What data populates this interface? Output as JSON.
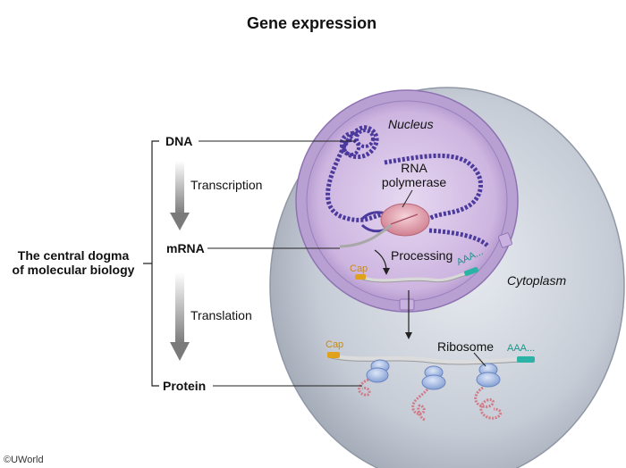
{
  "title": "Gene expression",
  "central_dogma": {
    "line1": "The central dogma",
    "line2": "of molecular biology"
  },
  "stages": {
    "dna": "DNA",
    "mrna": "mRNA",
    "protein": "Protein"
  },
  "processes": {
    "transcription": "Transcription",
    "translation": "Translation",
    "processing": "Processing"
  },
  "compartments": {
    "nucleus": "Nucleus",
    "cytoplasm": "Cytoplasm"
  },
  "enzyme": {
    "line1": "RNA",
    "line2": "polymerase"
  },
  "mrna_labels": {
    "cap": "Cap",
    "poly_a": "AAA..."
  },
  "ribosome": "Ribosome",
  "copyright": "©UWorld",
  "colors": {
    "cell": "#c9cfd8",
    "nucleus": "#d2bde3",
    "dna": "#4b3a9c",
    "polymerase": "#e8a3b0",
    "cap": "#e0a21a",
    "poly_a": "#2bb3a6",
    "ribosome": "#a7bde6",
    "protein_chain": "#d07a86",
    "arrow": "#8a8a8a"
  }
}
